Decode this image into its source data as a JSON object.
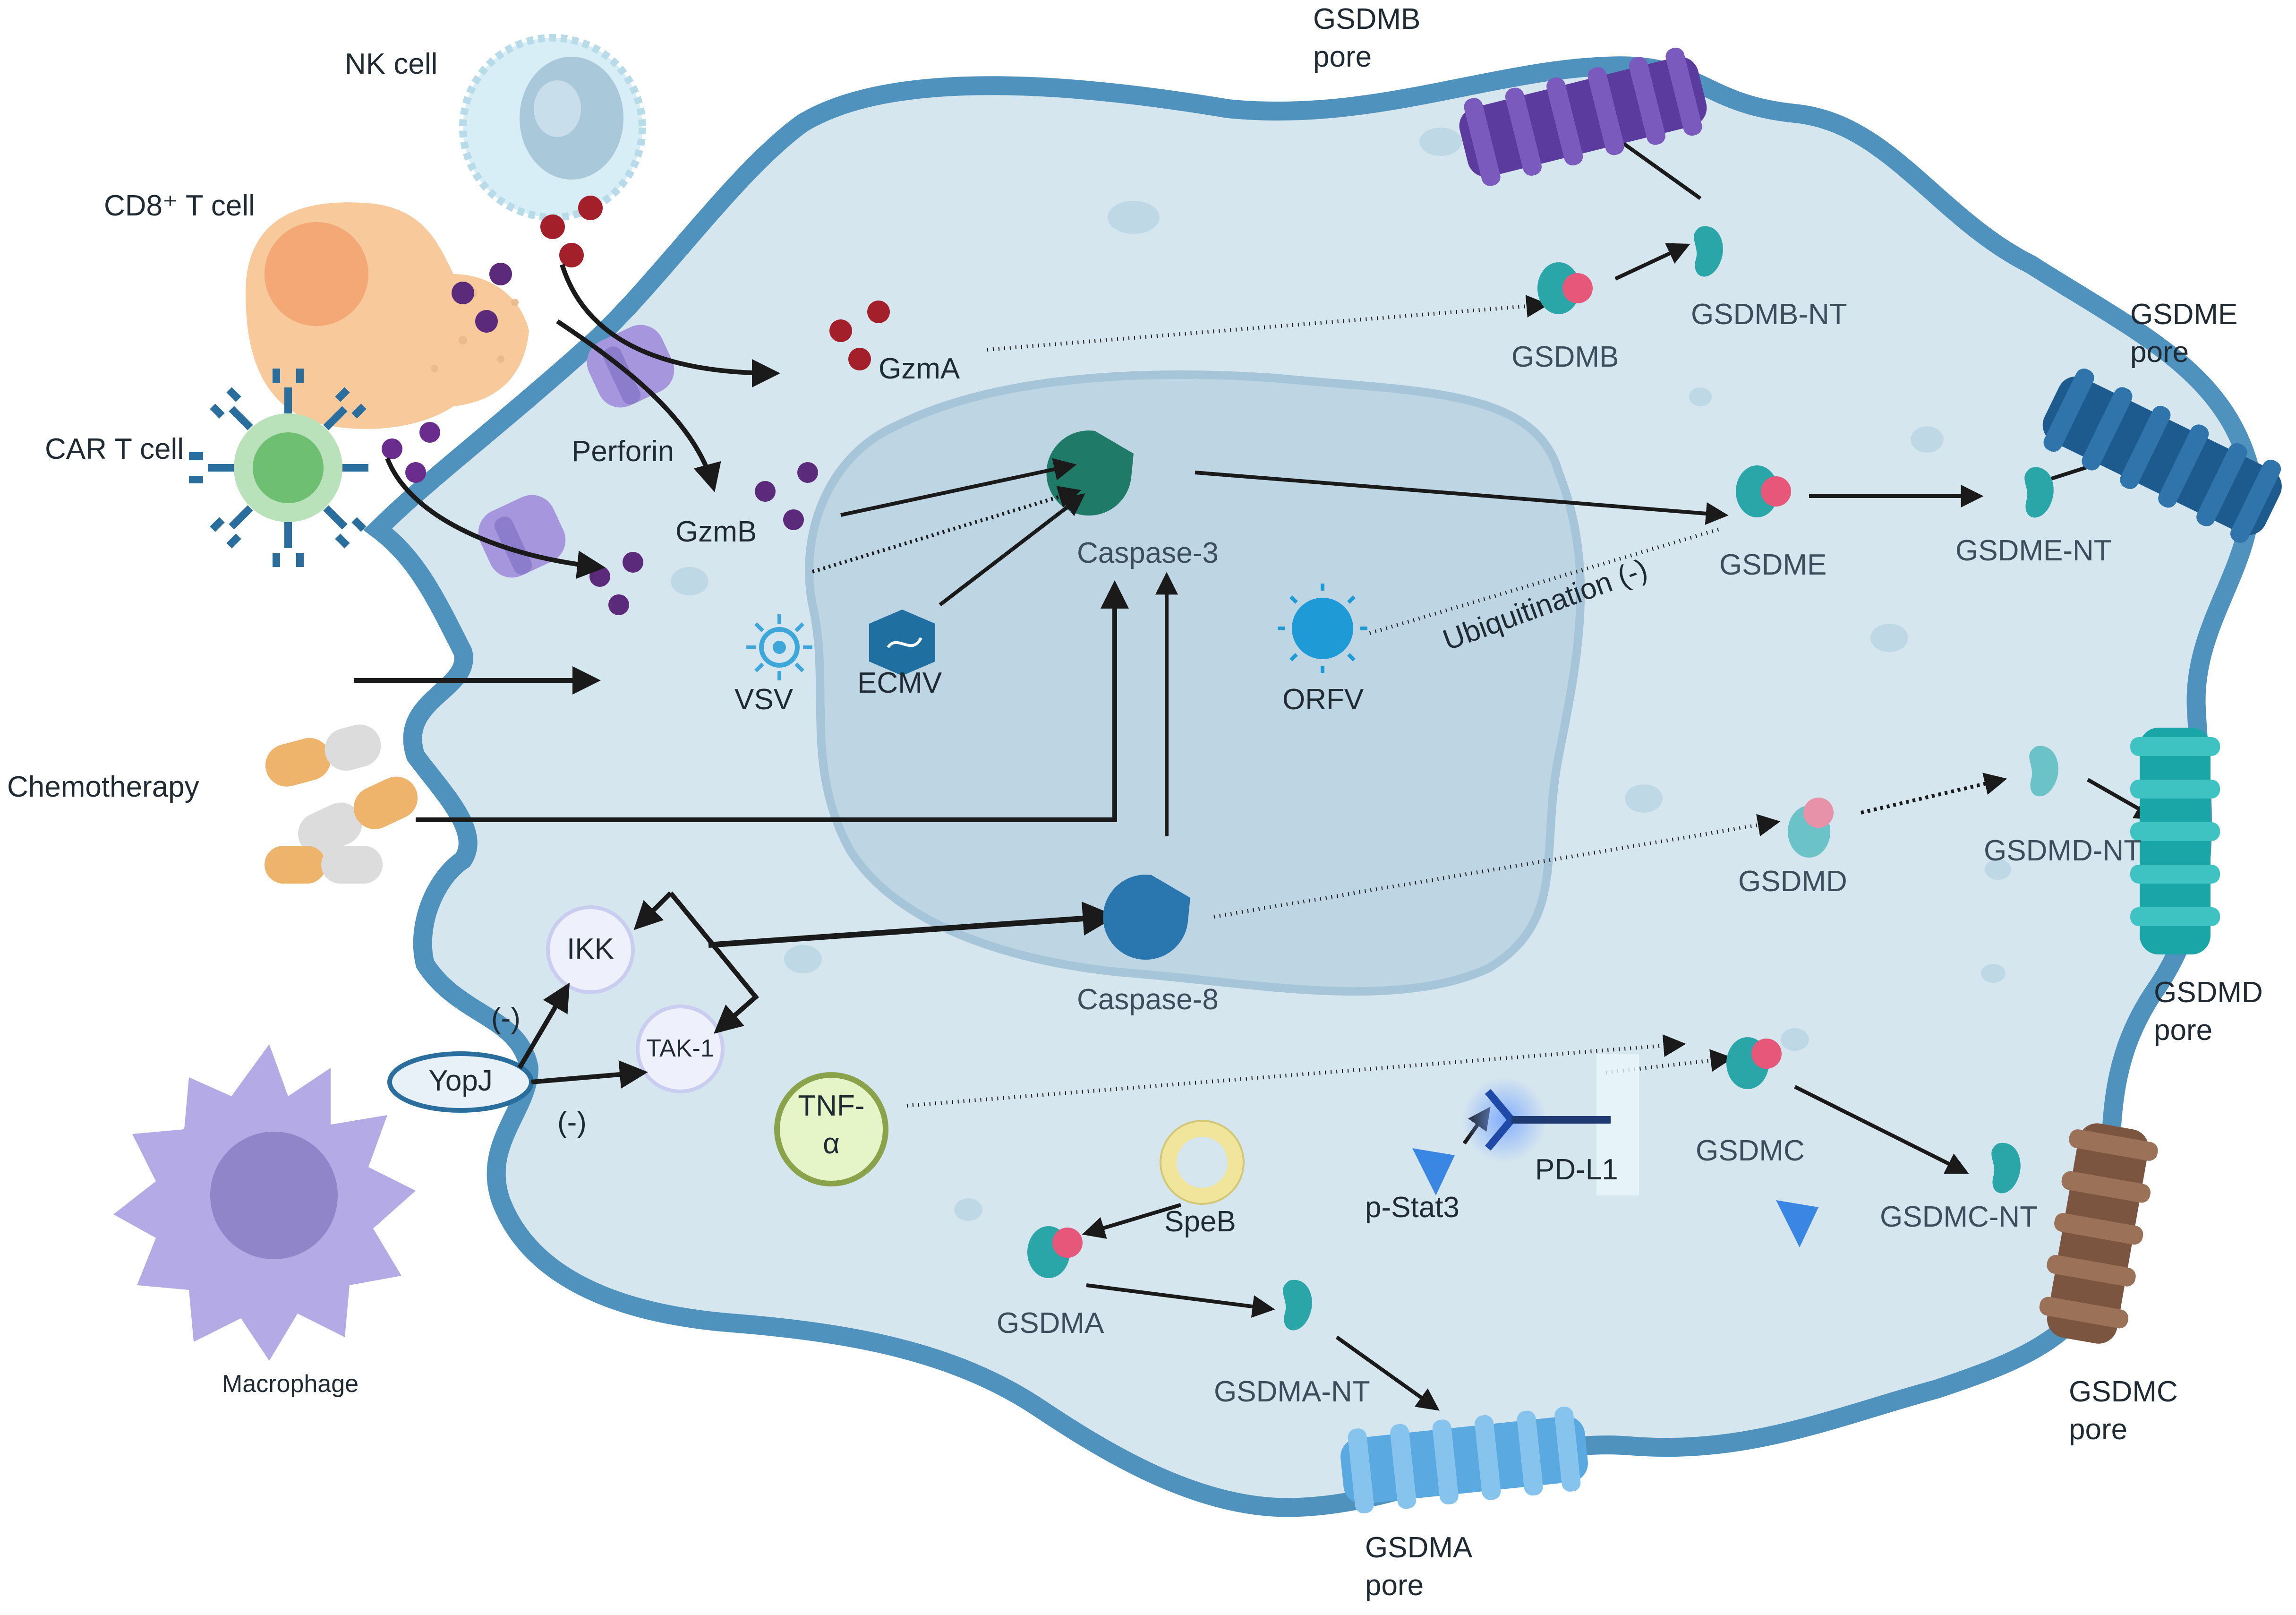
{
  "labels": {
    "nk_cell": "NK cell",
    "cd8_t_cell": "CD8⁺ T cell",
    "car_t_cell": "CAR T cell",
    "perforin": "Perforin",
    "gzma": "GzmA",
    "gzmb": "GzmB",
    "chemotherapy": "Chemotherapy",
    "macrophage": "Macrophage",
    "yopj": "YopJ",
    "ikk": "IKK",
    "tak1": "TAK-1",
    "inhibit_1": "(-)",
    "inhibit_2": "(-)",
    "vsv": "VSV",
    "ecmv": "ECMV",
    "orfv": "ORFV",
    "ubiquitination": "Ubiquitination (-)",
    "caspase3": "Caspase-3",
    "caspase8": "Caspase-8",
    "tnf_line1": "TNF-",
    "tnf_line2": "α",
    "speb": "SpeB",
    "pstat3": "p-Stat3",
    "pdl1": "PD-L1",
    "gsdma": "GSDMA",
    "gsdma_nt": "GSDMA-NT",
    "gsdma_pore_1": "GSDMA",
    "gsdma_pore_2": "pore",
    "gsdmb": "GSDMB",
    "gsdmb_nt": "GSDMB-NT",
    "gsdmb_pore_1": "GSDMB",
    "gsdmb_pore_2": "pore",
    "gsdmc": "GSDMC",
    "gsdmc_nt": "GSDMC-NT",
    "gsdmc_pore_1": "GSDMC",
    "gsdmc_pore_2": "pore",
    "gsdmd": "GSDMD",
    "gsdmd_nt": "GSDMD-NT",
    "gsdmd_pore_1": "GSDMD",
    "gsdmd_pore_2": "pore",
    "gsdme": "GSDME",
    "gsdme_nt": "GSDME-NT",
    "gsdme_pore_1": "GSDME",
    "gsdme_pore_2": "pore"
  },
  "colors": {
    "cell_fill": "#d6e6ef",
    "cell_border": "#4f92be",
    "nucleus_fill": "#bcd5e3",
    "nucleus_border": "#9fc0d4",
    "caspase3": "#1f7a67",
    "caspase8": "#2a77b0",
    "gsdm_nt": "#2aa5a8",
    "gsdm_ct": "#e6577a",
    "granule_red": "#a3202a",
    "granule_purple": "#5b2a7a",
    "perforin_channel": "#a596dd",
    "gsdma_pore": "#5aa9e0",
    "gsdmb_pore": "#5c3b9e",
    "gsdmc_pore": "#7b5540",
    "gsdmd_pore": "#1aa6a6",
    "gsdme_pore": "#1d5b8e",
    "macrophage": "#b4abe6",
    "cd8_cell": "#f7c99b",
    "car_t_cell": "#8bcf8e",
    "nk_cell": "#d8eef6",
    "tnf": "#e6f5c8",
    "speb": "#f5edb0",
    "arrow": "#1a1a1a"
  },
  "icons": {
    "virus_vsv": "virus-icon",
    "virus_ecmv": "hexagon-virus-icon",
    "virus_orfv": "virus-icon",
    "chemo": "capsule-icon",
    "receptor": "y-receptor-icon"
  }
}
